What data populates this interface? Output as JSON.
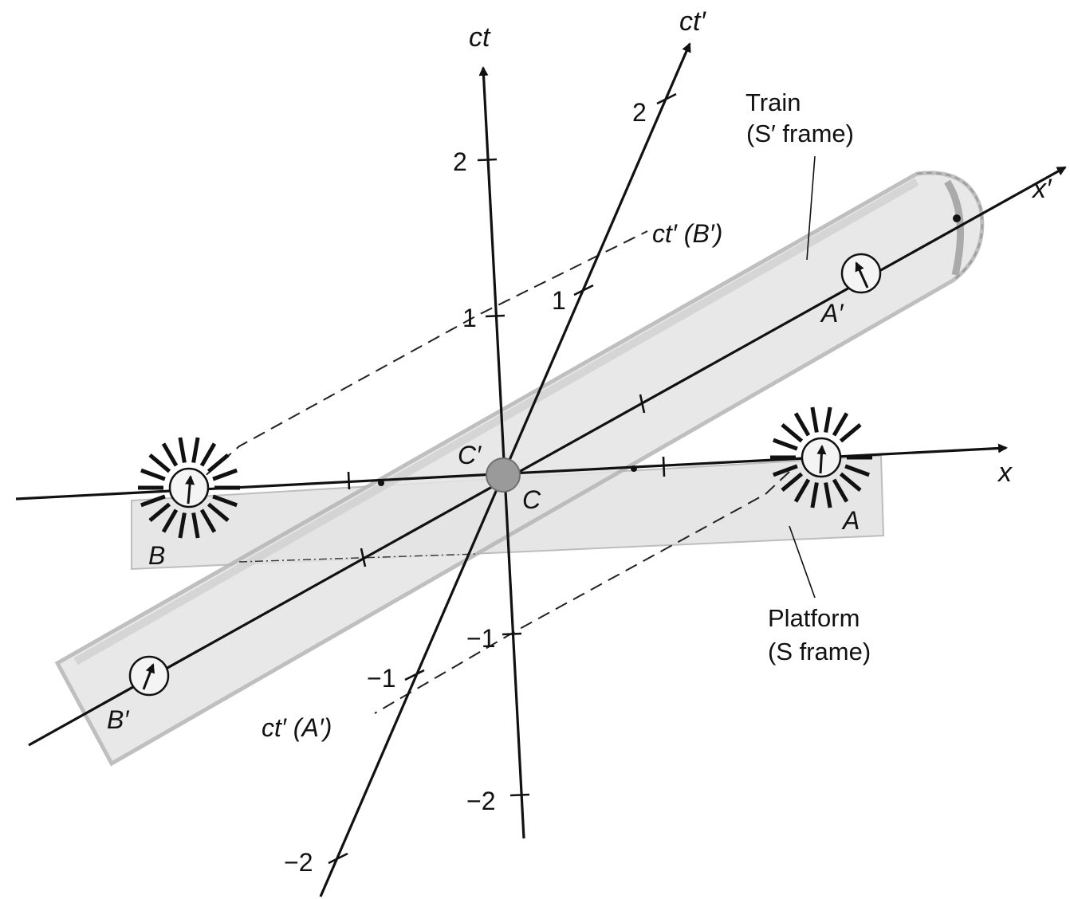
{
  "axes": {
    "ct": "ct",
    "ct_prime": "ct′",
    "x": "x",
    "x_prime": "x′"
  },
  "ticks": {
    "ct_2": "2",
    "ct_1": "1",
    "ct_m1": "−1",
    "ct_m2": "−2",
    "ctp_2": "2",
    "ctp_1": "1",
    "ctp_m1": "−1",
    "ctp_m2": "−2"
  },
  "events": {
    "A": "A",
    "B": "B",
    "A_prime": "A′",
    "B_prime": "B′",
    "C": "C",
    "C_prime": "C′"
  },
  "worldlines": {
    "ctp_B": "ct′ (B′)",
    "ctp_A": "ct′ (A′)"
  },
  "train": {
    "line1": "Train",
    "line2": "(S′ frame)"
  },
  "platform": {
    "line1": "Platform",
    "line2": "(S frame)"
  },
  "colors": {
    "ink": "#111111",
    "train_fill": "#e4e4e4",
    "train_edge": "#b5b5b5",
    "platform_fill": "#e6e6e6",
    "clock_fill": "#f4f4f4",
    "center_event": "#9a9a9a"
  }
}
